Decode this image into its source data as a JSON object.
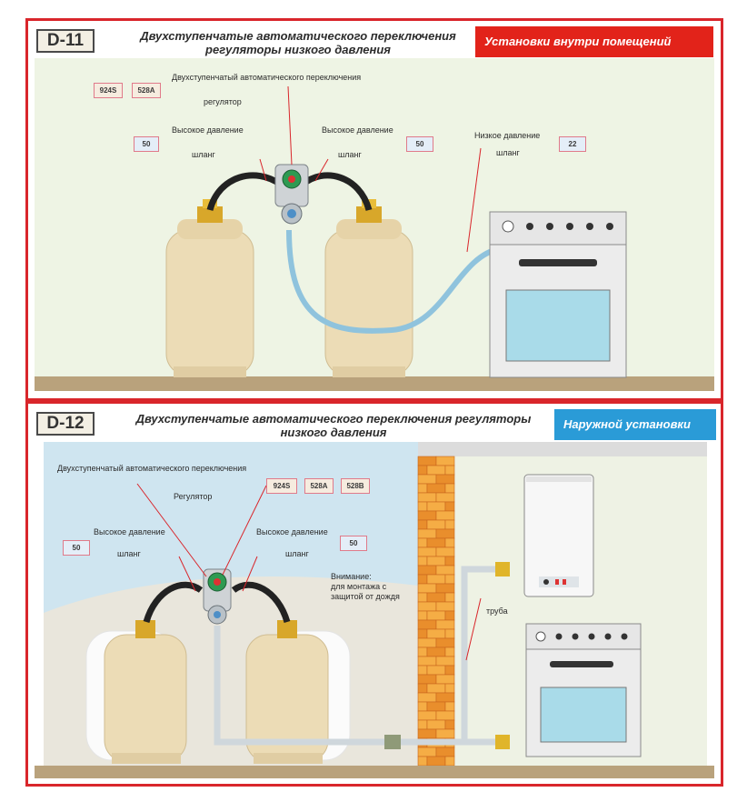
{
  "colors": {
    "frame": "#d9262b",
    "indoor_banner": "#e2231a",
    "outdoor_banner": "#2a9bd7",
    "hose_blue": "#8fc3dd",
    "cylinder": "#ecdcb6"
  },
  "d11": {
    "code": "D-11",
    "title_line1": "Двухступенчатые  автоматического переключения",
    "title_line2": "регуляторы низкого давления",
    "banner": "Установки внутри помещений",
    "regulator_label_top": "Двухступенчатый автоматического переключения",
    "regulator_label_bottom": "регулятор",
    "regulator_codes": [
      "924S",
      "528A"
    ],
    "left_hose_top": "Высокое давление",
    "left_hose_bottom": "шланг",
    "left_hose_code": "50",
    "right_hose_top": "Высокое давление",
    "right_hose_bottom": "шланг",
    "right_hose_code": "50",
    "low_hose_top": "Низкое давление",
    "low_hose_bottom": "шланг",
    "low_hose_code": "22"
  },
  "d12": {
    "code": "D-12",
    "title_line1": "Двухступенчатые  автоматического переключения  регуляторы",
    "title_line2": "низкого давления",
    "banner": "Наружной установки",
    "regulator_label_top": "Двухступенчатый автоматического переключения",
    "regulator_label_bottom": "Регулятор",
    "regulator_codes": [
      "924S",
      "528A",
      "528B"
    ],
    "left_hose_top": "Высокое давление",
    "left_hose_bottom": "шланг",
    "left_hose_code": "50",
    "right_hose_top": "Высокое давление",
    "right_hose_bottom": "шланг",
    "right_hose_code": "50",
    "note_line1": "Внимание:",
    "note_line2": "для монтажа  с",
    "note_line3": "защитой от дождя",
    "pipe_label": "труба"
  }
}
